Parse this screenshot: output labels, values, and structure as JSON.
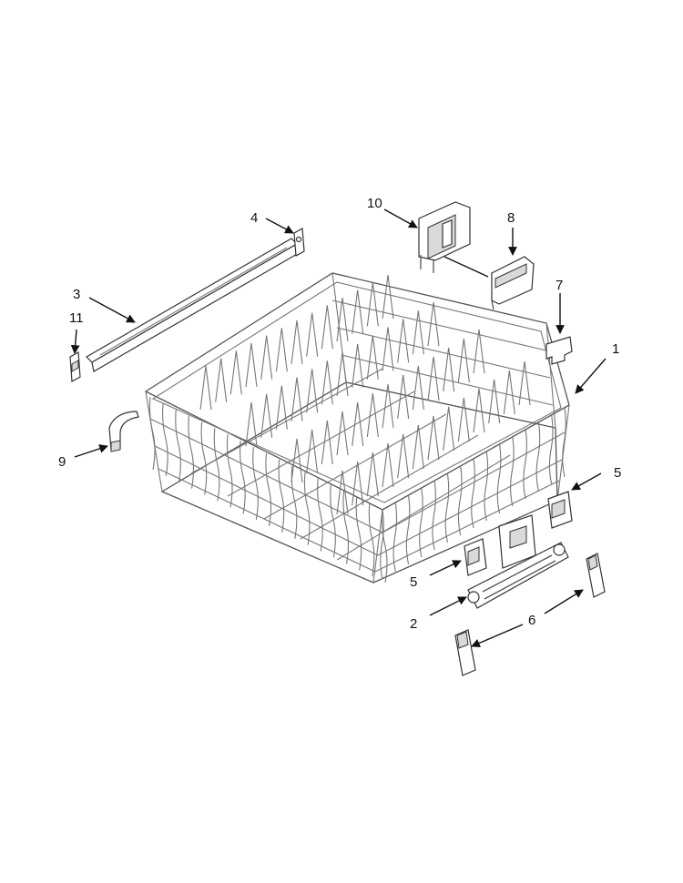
{
  "callouts": [
    {
      "id": "c1",
      "label": "1"
    },
    {
      "id": "c2",
      "label": "2"
    },
    {
      "id": "c3",
      "label": "3"
    },
    {
      "id": "c4",
      "label": "4"
    },
    {
      "id": "c5a",
      "label": "5"
    },
    {
      "id": "c5b",
      "label": "5"
    },
    {
      "id": "c6",
      "label": "6"
    },
    {
      "id": "c7",
      "label": "7"
    },
    {
      "id": "c8",
      "label": "8"
    },
    {
      "id": "c9",
      "label": "9"
    },
    {
      "id": "c10",
      "label": "10"
    },
    {
      "id": "c11",
      "label": "11"
    }
  ],
  "colors": {
    "line": "#333333",
    "wire": "#777777",
    "background": "#ffffff"
  }
}
